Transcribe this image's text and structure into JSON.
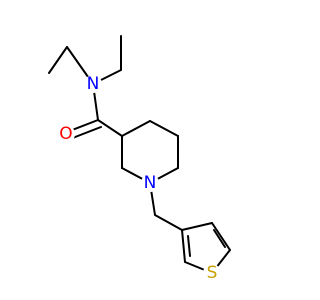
{
  "molecule": {
    "atoms": {
      "N_amide": {
        "symbol": "N",
        "color": "#0000FF"
      },
      "O_carbonyl": {
        "symbol": "O",
        "color": "#FF0000"
      },
      "N_ring": {
        "symbol": "N",
        "color": "#0000FF"
      },
      "S_thiophene": {
        "symbol": "S",
        "color": "#C8A000"
      }
    },
    "bond_color": "#000000",
    "background": "#FFFFFF"
  }
}
